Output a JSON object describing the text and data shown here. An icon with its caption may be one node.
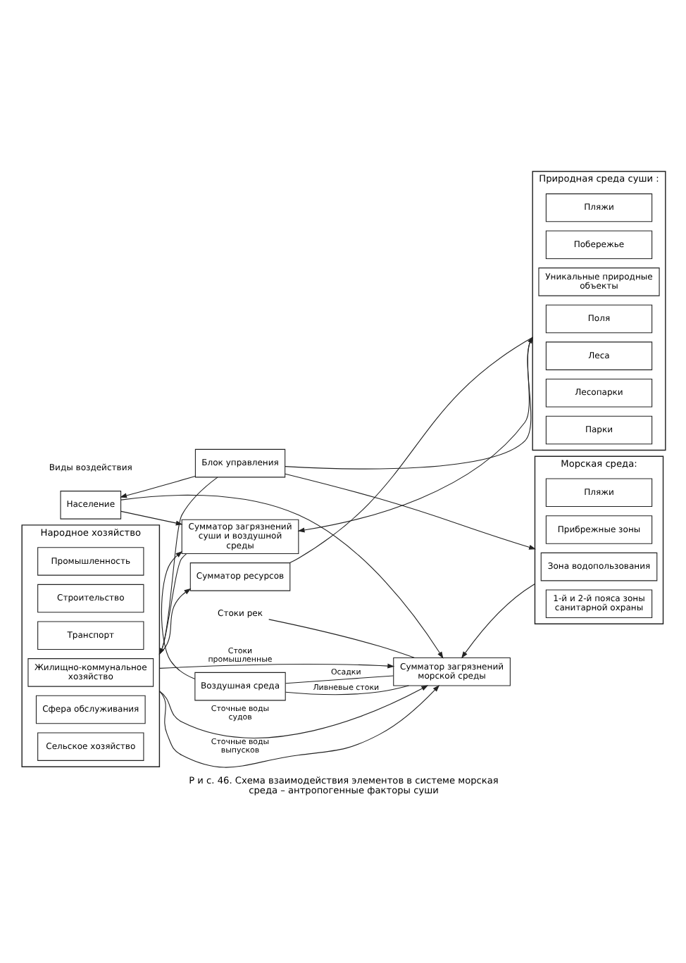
{
  "diagram": {
    "caption": "Р и с. 46. Схема взаимодействия элементов в системе морская среда – антропогенные факторы суши",
    "nodes": [
      {
        "text": [
          "Население"
        ]
      },
      {
        "text": [
          "Сумматор ресурсов"
        ]
      },
      {
        "text": [
          "Природная среда суши :"
        ]
      },
      {
        "text": [
          "Пляжи"
        ],
        "in": 2
      },
      {
        "text": [
          "Побережье"
        ],
        "in": 2
      },
      {
        "text": [
          "Уникальные природные объекты"
        ],
        "in": 2
      },
      {
        "text": [
          "Поля"
        ],
        "in": 2
      },
      {
        "text": [
          "Леса"
        ],
        "in": 2
      },
      {
        "text": [
          "Лесопарки"
        ],
        "in": 2
      },
      {
        "text": [
          "Парки"
        ],
        "in": 2
      },
      {
        "text": [
          "Народное хозяйство"
        ]
      },
      {
        "text": [
          "Промышленность"
        ],
        "in": 10
      },
      {
        "text": [
          "Строительство"
        ],
        "in": 10
      },
      {
        "text": [
          "Транспорт"
        ],
        "in": 10
      },
      {
        "text": [
          "Жилищно-коммунальное хозяйство"
        ],
        "in": 10
      },
      {
        "text": [
          "Сфера обслуживания"
        ],
        "in": 10
      },
      {
        "text": [
          "Сельское хозяйство"
        ],
        "in": 10
      },
      {
        "text": [
          "Сумматор загрязнений суши и воздушной среды"
        ]
      },
      {
        "text": [
          "Блок управления"
        ]
      },
      {
        "text": [
          "Воздушная среда"
        ]
      },
      {
        "text": [
          "Стоки рек"
        ]
      },
      {
        "text": [
          "Сумматор загрязнений морской среды"
        ]
      },
      {
        "text": [
          "Морская среда:"
        ]
      },
      {
        "text": [
          "Пляжи"
        ],
        "in": 22
      },
      {
        "text": [
          "Прибрежные зоны"
        ],
        "in": 22
      },
      {
        "text": [
          "Зона водопользования"
        ],
        "in": 22
      },
      {
        "text": [
          "1-й и 2-й пояса зоны санитарной охраны"
        ],
        "in": 22
      }
    ],
    "edges": [
      {
        "from": 10,
        "to": 1,
        "arrow": "to"
      },
      {
        "from": 10,
        "to": 17,
        "arrow": "none"
      },
      {
        "from": 0,
        "to": 17,
        "arrow": "to"
      },
      {
        "from": 0,
        "to": 21,
        "arrow": "to"
      },
      {
        "from": 18,
        "to": 10,
        "arrow": "to"
      },
      {
        "from": 18,
        "to": 0,
        "arrow": "to"
      },
      {
        "from": 18,
        "to": 2,
        "arrow": "to"
      },
      {
        "from": 18,
        "to": 22,
        "arrow": "to"
      },
      {
        "from": 2,
        "to": 17,
        "arrow": "to"
      },
      {
        "from": 19,
        "to": 17,
        "arrow": "to"
      },
      {
        "from": 2,
        "to": 1,
        "arrow": "none"
      },
      {
        "from": 22,
        "to": 21,
        "arrow": "to"
      },
      {
        "from": 19,
        "to": 21,
        "label": "Осадки",
        "arrow": "none"
      },
      {
        "from": 19,
        "to": 21,
        "label": "Ливневые стоки",
        "arrow": "none"
      },
      {
        "from": 20,
        "to": 21,
        "arrow": "none"
      },
      {
        "from": 10,
        "to": 21,
        "label": "Сточные воды выпусков",
        "arrow": "to"
      },
      {
        "from": 10,
        "to": 21,
        "label": "Стоки промышленные",
        "arrow": "to"
      },
      {
        "from": 10,
        "to": 21,
        "label": "Сточные воды судов",
        "arrow": "to"
      }
    ],
    "labels": [
      "Виды воздействия"
    ]
  }
}
